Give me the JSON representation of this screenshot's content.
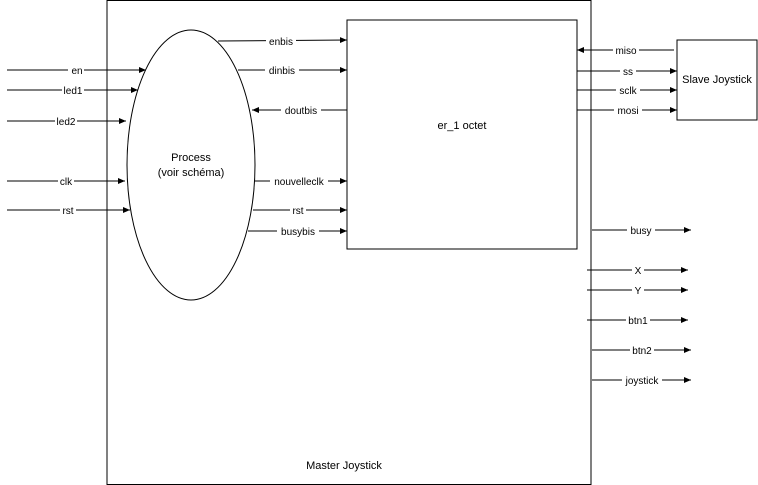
{
  "master": {
    "label": "Master Joystick"
  },
  "process": {
    "line1": "Process",
    "line2": "(voir schéma)"
  },
  "inner_block": {
    "label": "er_1 octet"
  },
  "slave": {
    "label": "Slave Joystick"
  },
  "signals": {
    "en": "en",
    "led1": "led1",
    "led2": "led2",
    "clk": "clk",
    "rst_in": "rst",
    "enbis": "enbis",
    "dinbis": "dinbis",
    "doutbis": "doutbis",
    "nouvelleclk": "nouvelleclk",
    "rst_inner": "rst",
    "busybis": "busybis",
    "miso": "miso",
    "ss": "ss",
    "sclk": "sclk",
    "mosi": "mosi",
    "busy": "busy",
    "x": "X",
    "y": "Y",
    "btn1": "btn1",
    "btn2": "btn2",
    "joystick": "joystick"
  }
}
